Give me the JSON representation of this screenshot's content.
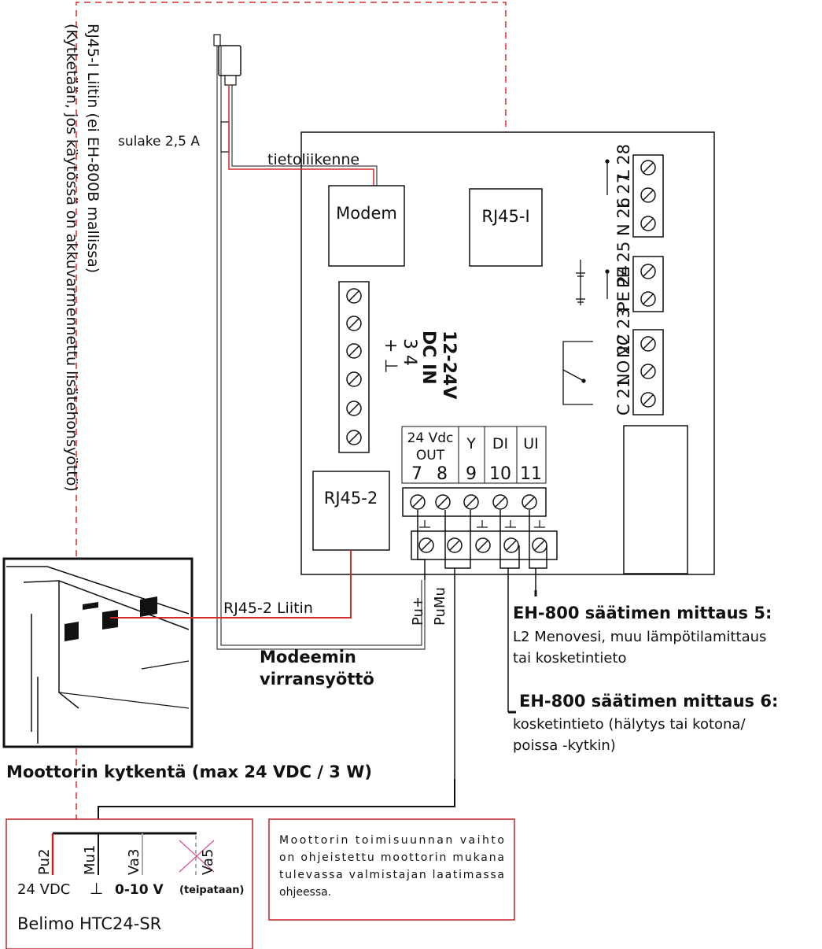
{
  "labels": {
    "vertical_left_1": "RJ45-I Liitin (ei EH-800B mallissa)",
    "vertical_left_2": "(Kytketään, jos käytössä on akkuvarmennettu lisätehonsyöttö)",
    "fuse": "sulake 2,5 A",
    "data_link": "tietoliikenne",
    "modem": "Modem",
    "rj45_1": "RJ45-I",
    "rj45_2": "RJ45-2",
    "rj45_2_connector": "RJ45-2 Liitin",
    "dc_in_1": "12-24V",
    "dc_in_2": "DC IN",
    "dc_in_3": "3 4",
    "dc_in_4": "+ ⊥",
    "vdc_out_1": "24 Vdc",
    "vdc_out_2": "OUT",
    "y": "Y",
    "di": "DI",
    "ui": "UI",
    "n7": "7",
    "n8": "8",
    "n9": "9",
    "n10": "10",
    "n11": "11",
    "t28": "L 28",
    "t27": "L 27",
    "t26": "N 26",
    "t25": "PE 25",
    "t24": "PE 24",
    "t23": "NC 23",
    "t22": "NO 22",
    "t21": "C 21",
    "pu_plus": "Pu+",
    "pumu": "PuMu",
    "modem_power_1": "Modeemin",
    "modem_power_2": "virransyöttö",
    "meas5_title": "EH-800 säätimen mittaus 5:",
    "meas5_line1": "L2 Menovesi, muu lämpötilamittaus",
    "meas5_line2": "tai kosketintieto",
    "meas6_title": "EH-800 säätimen mittaus 6:",
    "meas6_line1": "kosketintieto (hälytys tai kotona/",
    "meas6_line2": "poissa -kytkin)",
    "motor_heading": "Moottorin kytkentä (max 24 VDC / 3 W)",
    "pu2": "Pu2",
    "mu1": "Mu1",
    "va3": "Va3",
    "va5": "Va5",
    "v24dc": "24 VDC",
    "gnd": "⊥",
    "v010": "0-10 V",
    "taped": "(teipataan)",
    "belimo": "Belimo  HTC24-SR",
    "note_1": "Moottorin toimisuunnan vaihto",
    "note_2": "on ohjeistettu moottorin mukana",
    "note_3": "tulevassa valmistajan laatimassa",
    "note_4": "ohjeessa."
  },
  "colors": {
    "red_wire": "#d42a2a",
    "dashed_red": "#d42a2a",
    "box_red": "#c8202a",
    "black": "#111111",
    "gray_wire": "#bbbbbb"
  }
}
